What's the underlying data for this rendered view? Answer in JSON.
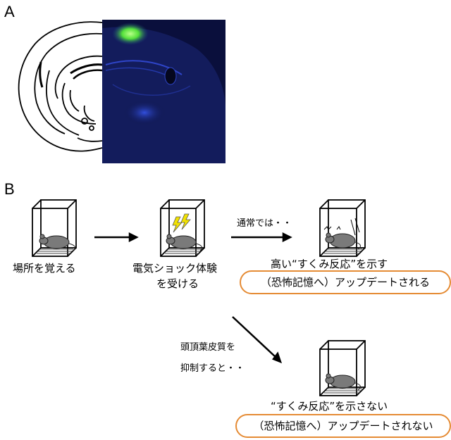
{
  "panels": {
    "a_label": "A",
    "b_label": "B"
  },
  "flow": {
    "step1_label": "場所を覚える",
    "step2_line1": "電気ショック体験",
    "step2_line2": "を受ける",
    "normal_condition": "通常では・・",
    "normal_result": "高い“すくみ反応”を示す",
    "normal_update": "（恐怖記憶へ）アップデートされる",
    "inhibit_line1": "頭頂葉皮質を",
    "inhibit_line2": "抑制すると・・",
    "inhibit_result": "“すくみ反応”を示さない",
    "inhibit_update": "（恐怖記憶へ）アップデートされない"
  },
  "colors": {
    "highlight_border": "#e58b34",
    "fluorescence_bg": "#0a0f3c",
    "fluorescence_signal": "#7dff5a",
    "shock_bolt": "#f2e200",
    "mouse_body": "#7a7a7a"
  }
}
